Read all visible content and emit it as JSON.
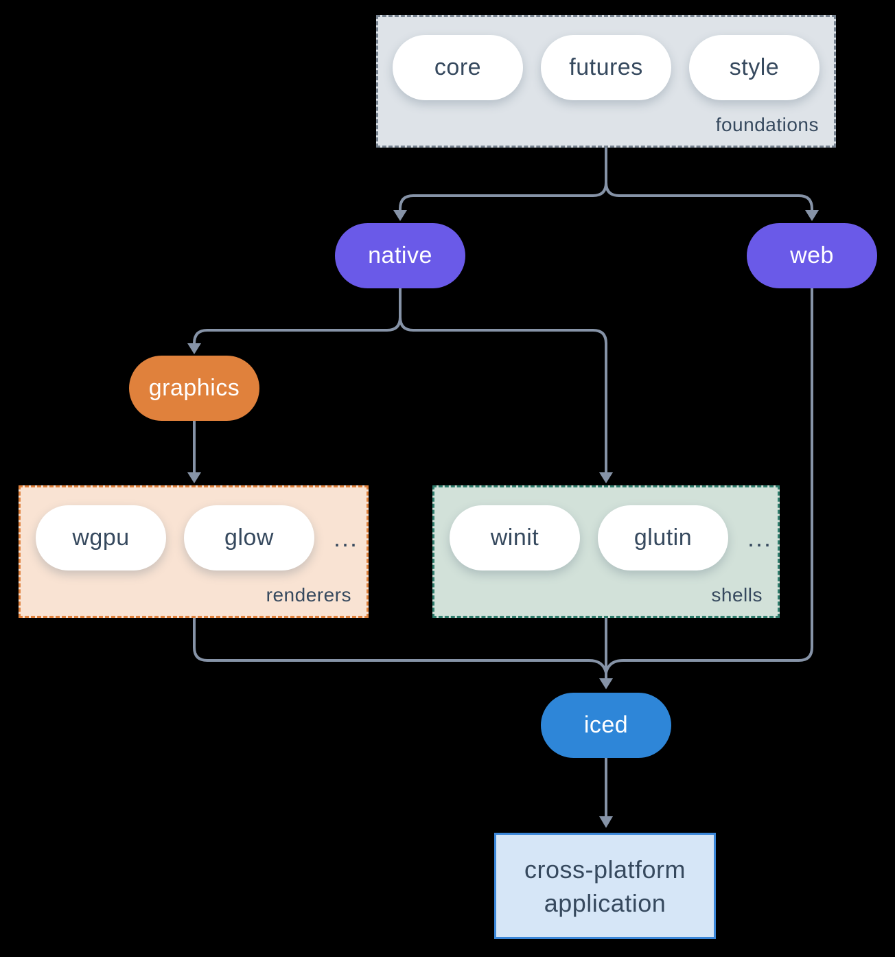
{
  "diagram": {
    "background_color": "#000000",
    "connector_color": "#8693a7",
    "text_color_dark": "#36495e",
    "groups": {
      "foundations": {
        "label": "foundations",
        "fill": "#dee3e8",
        "border_color": "#76828f",
        "items": [
          "core",
          "futures",
          "style"
        ]
      },
      "renderers": {
        "label": "renderers",
        "fill": "#f9e3d3",
        "border_color": "#e0813c",
        "items": [
          "wgpu",
          "glow"
        ],
        "more": "..."
      },
      "shells": {
        "label": "shells",
        "fill": "#d2e1d9",
        "border_color": "#2f7d6d",
        "items": [
          "winit",
          "glutin"
        ],
        "more": "..."
      }
    },
    "nodes": {
      "native": {
        "label": "native",
        "fill": "#6a5ae8"
      },
      "web": {
        "label": "web",
        "fill": "#6a5ae8"
      },
      "graphics": {
        "label": "graphics",
        "fill": "#e0813c"
      },
      "iced": {
        "label": "iced",
        "fill": "#2e86d8"
      },
      "application": {
        "label_line1": "cross-platform",
        "label_line2": "application",
        "fill": "#d6e6f7",
        "border_color": "#3a86d8"
      }
    },
    "edges": [
      "foundations -> native",
      "foundations -> web",
      "native -> graphics",
      "native -> shells",
      "graphics -> renderers",
      "renderers -> iced",
      "shells -> iced",
      "web -> iced",
      "iced -> application"
    ]
  }
}
